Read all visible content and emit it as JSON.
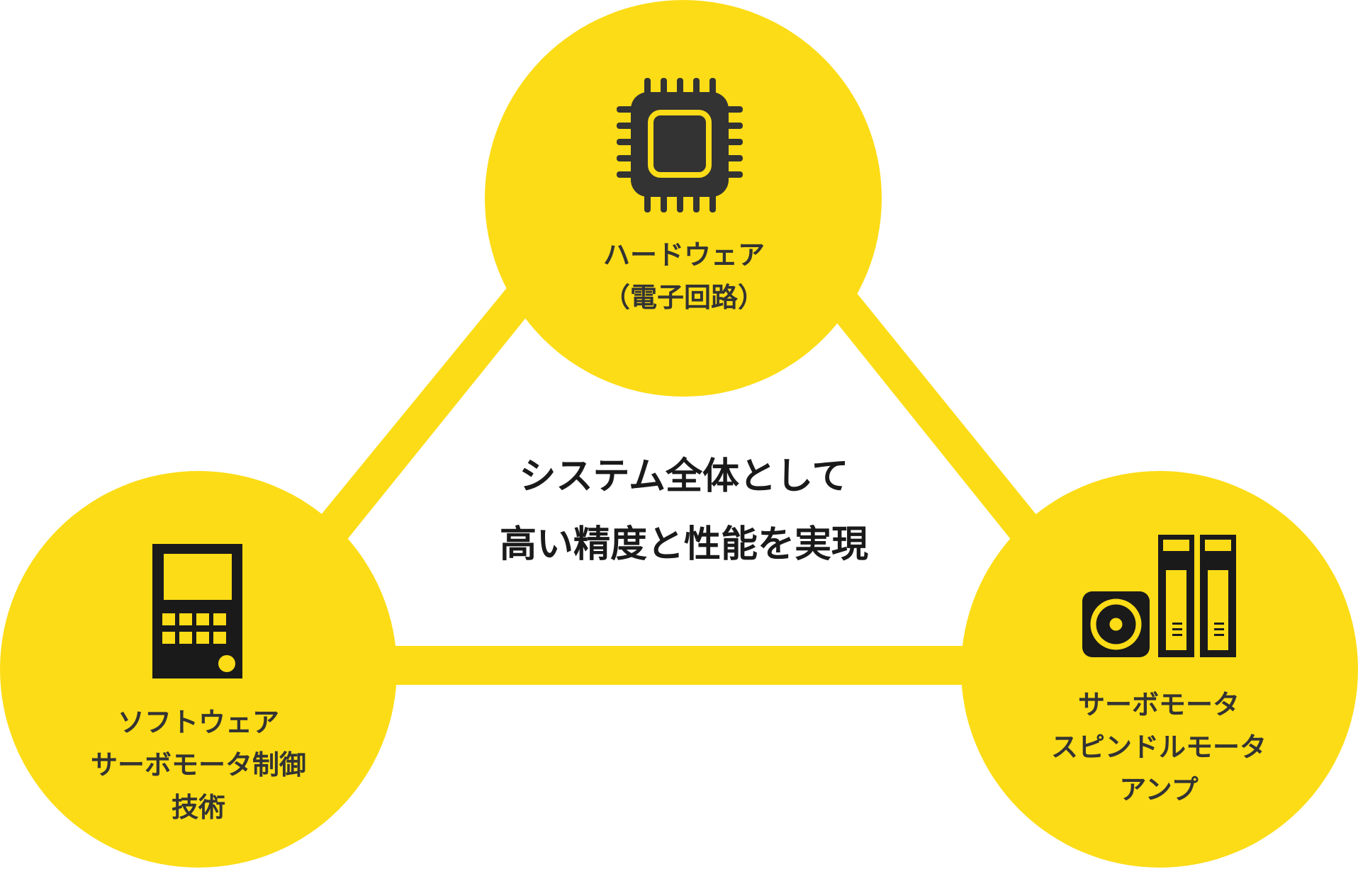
{
  "colors": {
    "accent": "#FCDC16",
    "dark": "#333333",
    "text": "#1a1a1a"
  },
  "center": {
    "line1": "システム全体として",
    "line2": "高い精度と性能を実現"
  },
  "nodes": {
    "hardware": {
      "icon": "cpu-chip-icon",
      "line1": "ハードウェア",
      "line2": "（電子回路）"
    },
    "software": {
      "icon": "handheld-controller-icon",
      "line1": "ソフトウェア",
      "line2": "サーボモータ制御",
      "line3": "技術"
    },
    "motor": {
      "icon": "servo-motor-amplifier-icon",
      "line1": "サーボモータ",
      "line2": "スピンドルモータ",
      "line3": "アンプ"
    }
  }
}
